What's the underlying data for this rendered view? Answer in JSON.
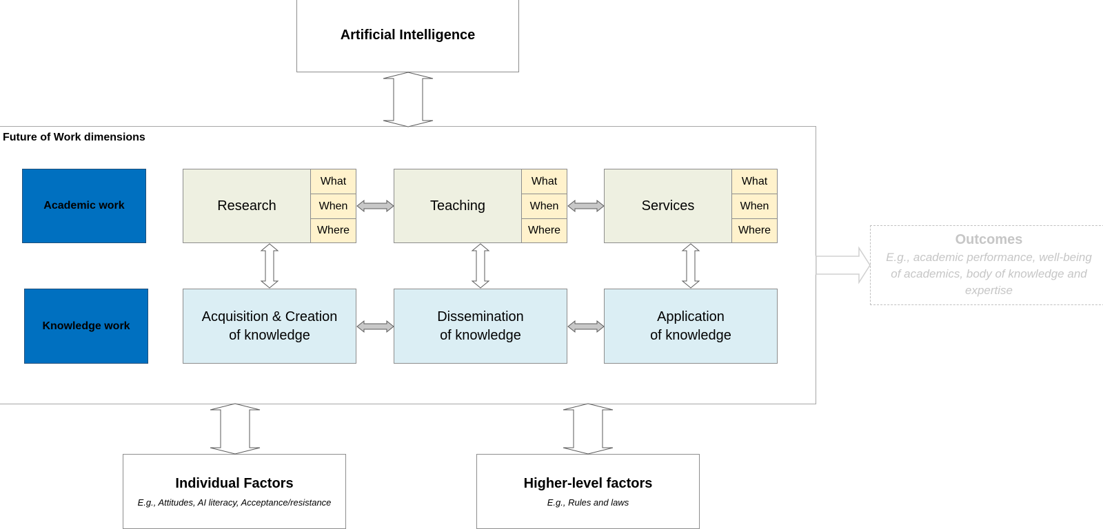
{
  "diagram": {
    "top_box": {
      "label": "Artificial Intelligence"
    },
    "frame": {
      "label": "Future of Work dimensions"
    },
    "rows": {
      "academic": {
        "label": "Academic work"
      },
      "knowledge": {
        "label": "Knowledge work"
      }
    },
    "academic_tasks": [
      {
        "label": "Research",
        "tags": [
          "What",
          "When",
          "Where"
        ]
      },
      {
        "label": "Teaching",
        "tags": [
          "What",
          "When",
          "Where"
        ]
      },
      {
        "label": "Services",
        "tags": [
          "What",
          "When",
          "Where"
        ]
      }
    ],
    "knowledge_tasks": [
      {
        "line1": "Acquisition & Creation",
        "line2": "of knowledge"
      },
      {
        "line1": "Dissemination",
        "line2": "of knowledge"
      },
      {
        "line1": "Application",
        "line2": "of knowledge"
      }
    ],
    "outcomes": {
      "title": "Outcomes",
      "line1": "E.g., academic performance, well-being",
      "line2": "of academics, body of knowledge and",
      "line3": "expertise"
    },
    "factors": [
      {
        "title": "Individual Factors",
        "subtitle": "E.g., Attitudes, AI literacy, Acceptance/resistance"
      },
      {
        "title": "Higher-level factors",
        "subtitle": "E.g., Rules and laws"
      }
    ],
    "colors": {
      "dark_blue": "#0070c0",
      "task_fill": "#eef0e1",
      "tag_fill": "#fff2cc",
      "knowledge_fill": "#dbeef4",
      "outcome_text": "#c6c6c6"
    }
  }
}
